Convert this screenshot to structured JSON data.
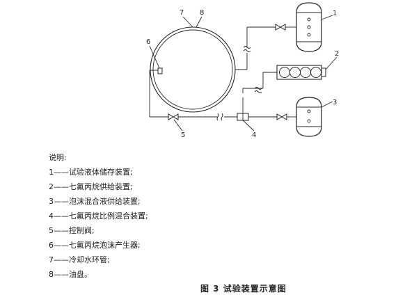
{
  "callouts": {
    "c1": "1",
    "c2": "2",
    "c3": "3",
    "c4": "4",
    "c5": "5",
    "c6": "6",
    "c7": "7",
    "c8": "8"
  },
  "legend": {
    "title": "说明:",
    "items": [
      "1——试验液体储存装置;",
      "2——七氟丙烷供给装置;",
      "3——泡沫混合液供给装置;",
      "4——七氟丙烷比例混合装置;",
      "5——控制阀;",
      "6——七氟丙烷泡沫产生器;",
      "7——冷却水环管;",
      "8——油盘。"
    ]
  },
  "caption": "图 3   试验装置示意图"
}
